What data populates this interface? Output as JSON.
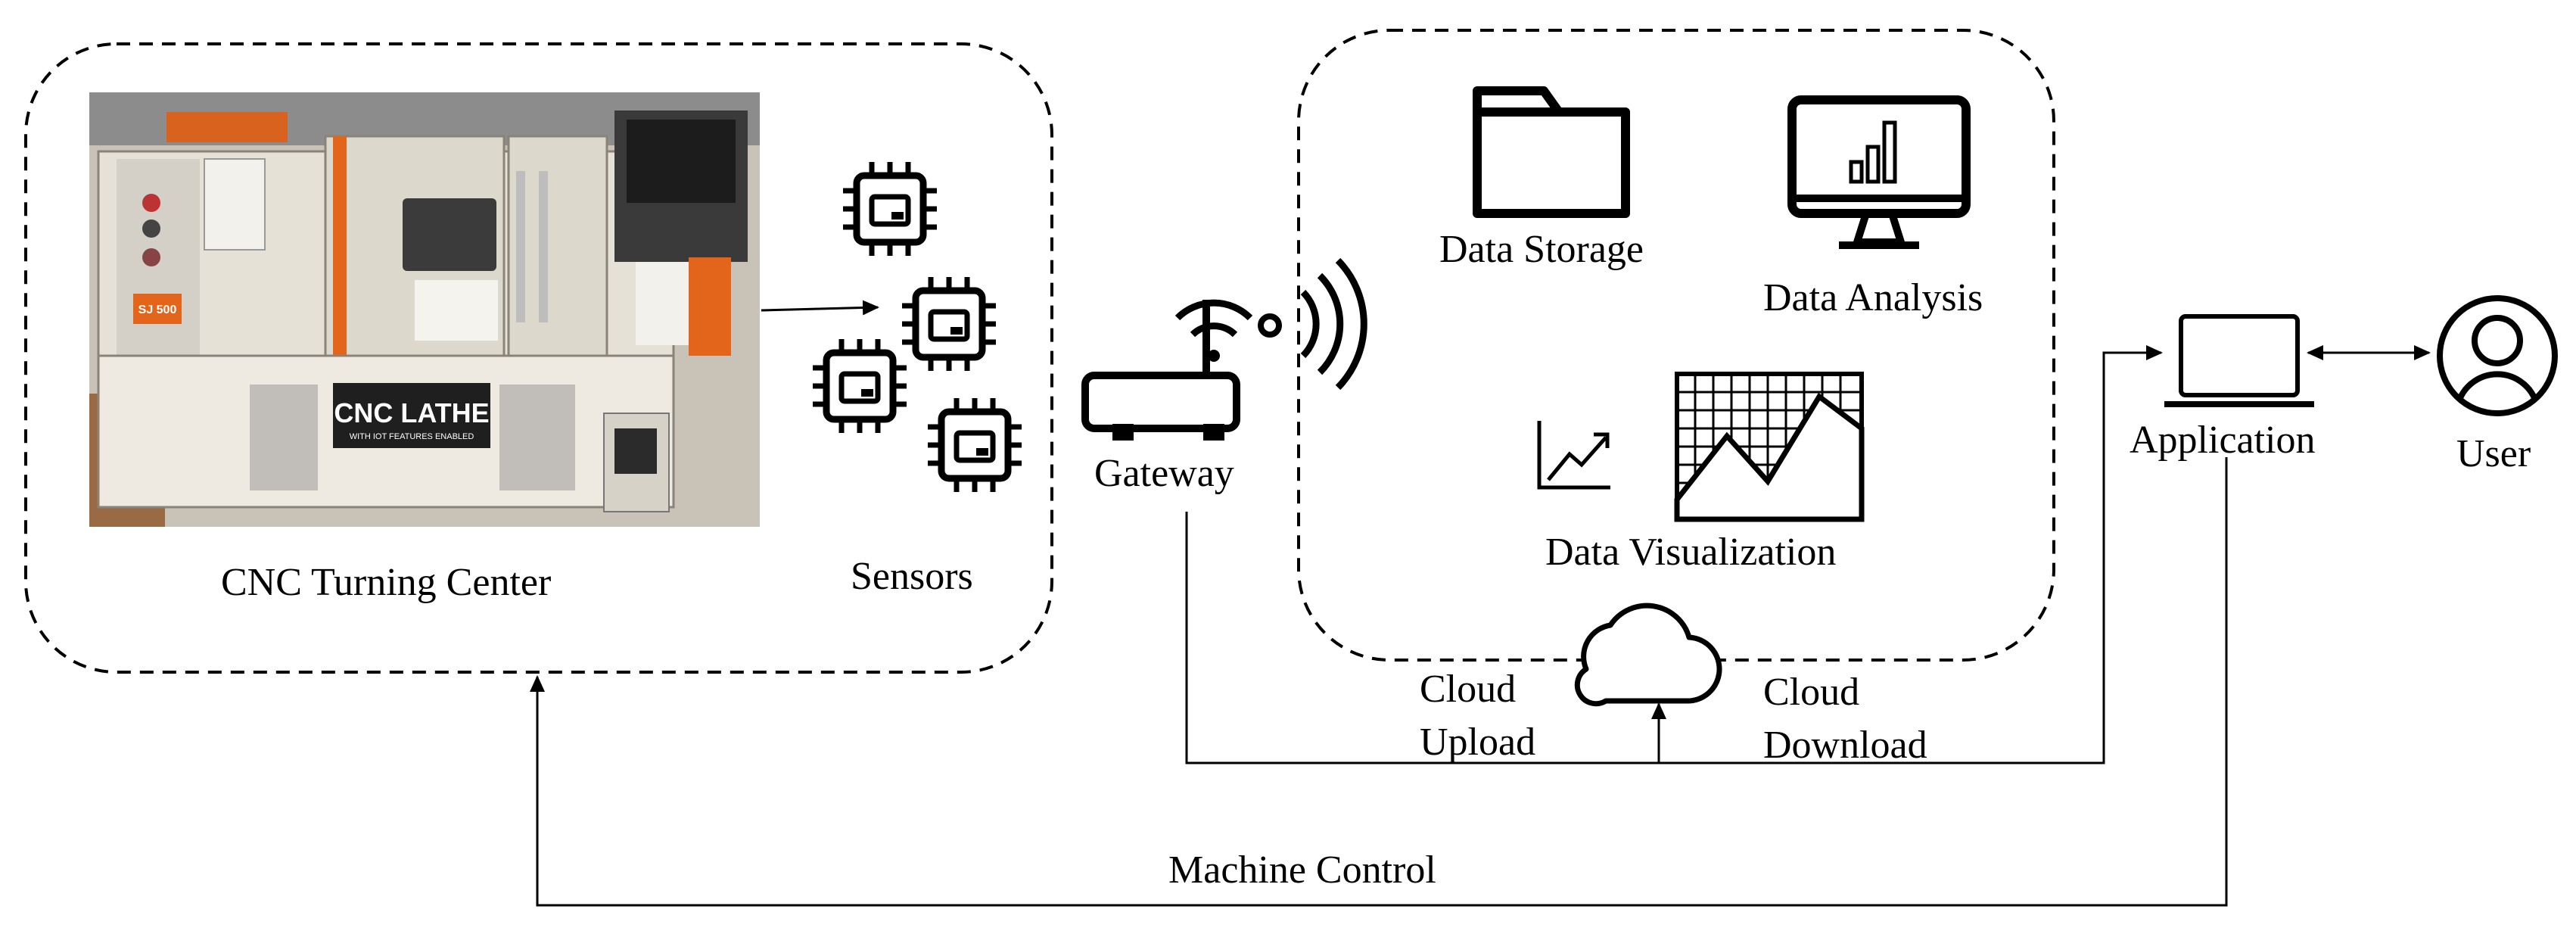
{
  "machine": {
    "label": "CNC Turning Center",
    "panel_text": "CNC LATHE",
    "panel_subtext": "WITH IOT FEATURES ENABLED",
    "badge_text": "SJ 500"
  },
  "sensors": {
    "label": "Sensors"
  },
  "gateway": {
    "label": "Gateway"
  },
  "cloud_services": {
    "storage_label": "Data Storage",
    "analysis_label": "Data Analysis",
    "visualization_label": "Data Visualization"
  },
  "cloud": {
    "upload_label": [
      "Cloud",
      "Upload"
    ],
    "download_label": [
      "Cloud",
      "Download"
    ]
  },
  "application": {
    "label": "Application"
  },
  "user": {
    "label": "User"
  },
  "machine_control": {
    "label": "Machine Control"
  },
  "icons": {
    "chip": "chip-icon",
    "router": "router-icon",
    "wifi": "wifi-signal-icon",
    "folder": "folder-icon",
    "monitor": "monitor-bar-chart-icon",
    "trend": "trend-chart-icon",
    "visual": "area-chart-grid-icon",
    "cloud": "cloud-icon",
    "laptop": "laptop-icon",
    "user": "user-avatar-icon"
  }
}
